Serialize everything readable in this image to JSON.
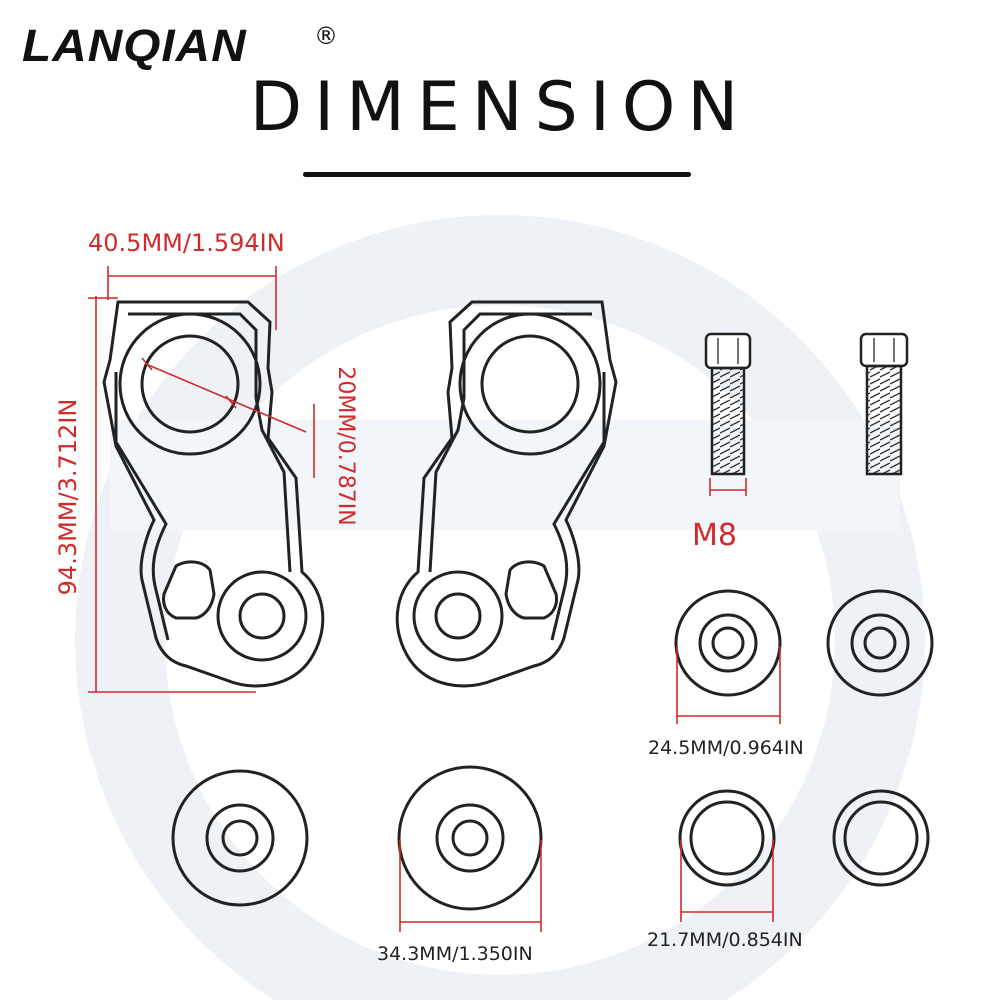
{
  "brand": {
    "name": "LANQIAN",
    "registered": "®"
  },
  "title": "DIMENSION",
  "dimensions": {
    "bracket_width": "40.5MM/1.594IN",
    "bracket_height": "94.3MM/3.712IN",
    "hole_diameter": "20MM/0.787IN",
    "bolt_size": "M8",
    "washer_large": "24.5MM/0.964IN",
    "spacer": "34.3MM/1.350IN",
    "ring": "21.7MM/0.854IN"
  },
  "colors": {
    "dimension_line": "#d12a2a",
    "part_outline": "#222222",
    "watermark": "#eef2f7"
  }
}
